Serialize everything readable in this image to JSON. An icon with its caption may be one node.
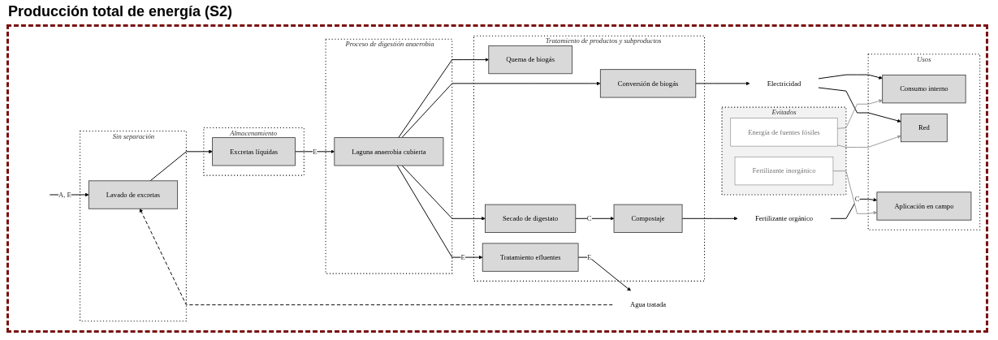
{
  "diagram": {
    "title": "Producción total de energía (S2)",
    "nodes": [
      {
        "text": [
          "Sin separación"
        ]
      },
      {
        "text": [
          "Lavado de excretas"
        ],
        "in": 0
      },
      {
        "text": [
          "Almacenamiento"
        ]
      },
      {
        "text": [
          "Excretas líquidas"
        ],
        "in": 2
      },
      {
        "text": [
          "Proceso de digestión anaerobia"
        ]
      },
      {
        "text": [
          "Laguna anaerobia cubierta"
        ],
        "in": 4
      },
      {
        "text": [
          "Tratamiento de productos y subproductos"
        ]
      },
      {
        "text": [
          "Conversión de biogás"
        ],
        "in": 6
      },
      {
        "text": [
          "Quema de biogás"
        ],
        "in": 6
      },
      {
        "text": [
          "Tratamiento efluentes"
        ],
        "in": 6
      },
      {
        "text": [
          "Secado de digestato"
        ],
        "in": 6
      },
      {
        "text": [
          "Compostaje"
        ],
        "in": 6
      },
      {
        "text": [
          "Electricidad"
        ]
      },
      {
        "text": [
          "Agua tratada"
        ]
      },
      {
        "text": [
          "Fertilizante orgánico"
        ]
      },
      {
        "text": [
          "Usos"
        ]
      },
      {
        "text": [
          "Consumo interno"
        ],
        "in": 15
      },
      {
        "text": [
          "Red"
        ],
        "in": 15
      },
      {
        "text": [
          "Aplicación en campo"
        ],
        "in": 15
      },
      {
        "text": [
          "Evitados"
        ]
      },
      {
        "text": [
          "Energía de fuentes fósiles"
        ],
        "in": 19
      },
      {
        "text": [
          "Fertilizante inorgánico"
        ],
        "in": 19
      }
    ],
    "edges": [
      {
        "from": null,
        "to": 1,
        "arrow": "to",
        "label": "A, E"
      },
      {
        "from": 1,
        "to": 3,
        "arrow": "to"
      },
      {
        "from": 3,
        "to": 5,
        "arrow": "to",
        "label": "E"
      },
      {
        "from": 5,
        "to": 7,
        "arrow": "to"
      },
      {
        "from": 5,
        "to": 8,
        "arrow": "to"
      },
      {
        "from": 5,
        "to": 9,
        "arrow": "to",
        "label": "E"
      },
      {
        "from": 5,
        "to": 10,
        "arrow": "to"
      },
      {
        "from": 7,
        "to": 12,
        "arrow": "to"
      },
      {
        "from": 9,
        "to": 13,
        "arrow": "to",
        "label": "E"
      },
      {
        "from": 10,
        "to": 11,
        "arrow": "to",
        "label": "C"
      },
      {
        "from": 11,
        "to": 14,
        "arrow": "to"
      },
      {
        "from": 12,
        "to": 16,
        "arrow": "to"
      },
      {
        "from": 12,
        "to": 17,
        "arrow": "to"
      },
      {
        "from": 14,
        "to": 18,
        "arrow": "to",
        "label": "C"
      },
      {
        "from": 13,
        "to": 1,
        "arrow": "to",
        "style": "dashed"
      },
      {
        "from": 20,
        "to": 16,
        "arrow": "to",
        "color": "#999999"
      },
      {
        "from": 20,
        "to": 17,
        "arrow": "to",
        "color": "#999999"
      },
      {
        "from": 21,
        "to": 18,
        "arrow": "to",
        "color": "#999999"
      }
    ]
  }
}
